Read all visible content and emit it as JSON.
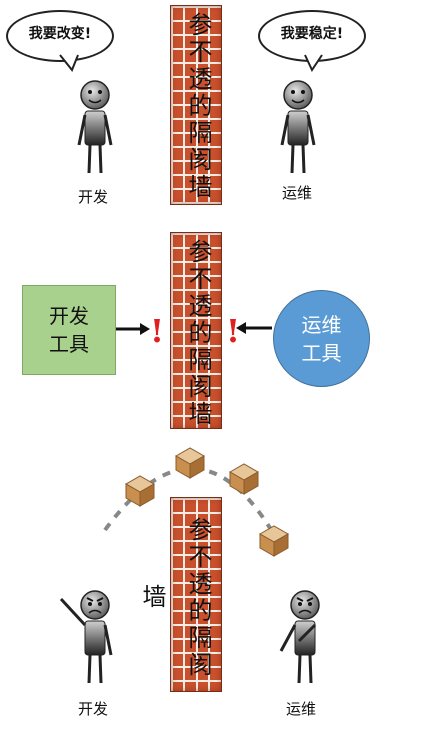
{
  "panel_top": {
    "dev_bubble": "我要改变!",
    "ops_bubble": "我要稳定!",
    "dev_label": "开发",
    "ops_label": "运维",
    "wall_text": "参不透的隔阂墙"
  },
  "panel_middle": {
    "dev_tool": "开发\n工具",
    "ops_tool": "运维\n工具",
    "wall_text": "参不透的隔阂墙",
    "alert_left": "!",
    "alert_right": "!"
  },
  "panel_bottom": {
    "dev_label": "开发",
    "ops_label": "运维",
    "wall_text": "参不透的隔阂墙"
  },
  "colors": {
    "brick": "#c8502c",
    "dev_tool_fill": "#a9d18e",
    "ops_tool_fill": "#5b9bd5",
    "alert": "#e02020"
  }
}
